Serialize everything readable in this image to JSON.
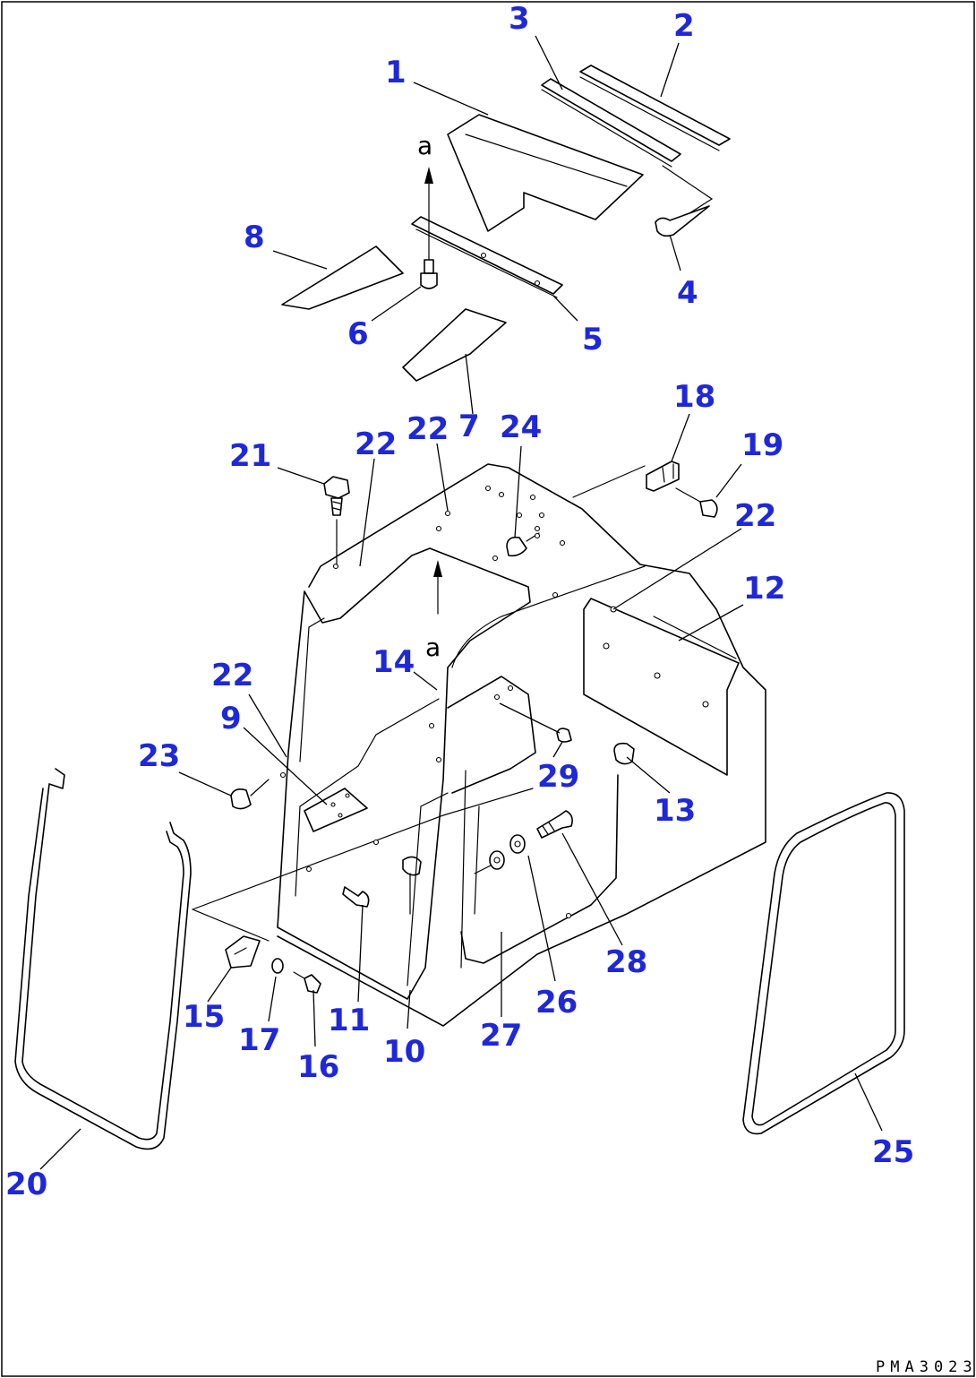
{
  "diagram": {
    "drawing_code": "PMA3023",
    "view_marker": "a",
    "callouts": [
      {
        "id": "1",
        "label": "1"
      },
      {
        "id": "2",
        "label": "2"
      },
      {
        "id": "3",
        "label": "3"
      },
      {
        "id": "4",
        "label": "4"
      },
      {
        "id": "5",
        "label": "5"
      },
      {
        "id": "6",
        "label": "6"
      },
      {
        "id": "7",
        "label": "7"
      },
      {
        "id": "8",
        "label": "8"
      },
      {
        "id": "9",
        "label": "9"
      },
      {
        "id": "10",
        "label": "10"
      },
      {
        "id": "11",
        "label": "11"
      },
      {
        "id": "12",
        "label": "12"
      },
      {
        "id": "13",
        "label": "13"
      },
      {
        "id": "14",
        "label": "14"
      },
      {
        "id": "15",
        "label": "15"
      },
      {
        "id": "16",
        "label": "16"
      },
      {
        "id": "17",
        "label": "17"
      },
      {
        "id": "18",
        "label": "18"
      },
      {
        "id": "19",
        "label": "19"
      },
      {
        "id": "20",
        "label": "20"
      },
      {
        "id": "21",
        "label": "21"
      },
      {
        "id": "22a",
        "label": "22"
      },
      {
        "id": "22b",
        "label": "22"
      },
      {
        "id": "22c",
        "label": "22"
      },
      {
        "id": "22d",
        "label": "22"
      },
      {
        "id": "23",
        "label": "23"
      },
      {
        "id": "24",
        "label": "24"
      },
      {
        "id": "25",
        "label": "25"
      },
      {
        "id": "26",
        "label": "26"
      },
      {
        "id": "27",
        "label": "27"
      },
      {
        "id": "28",
        "label": "28"
      },
      {
        "id": "29",
        "label": "29"
      }
    ]
  }
}
